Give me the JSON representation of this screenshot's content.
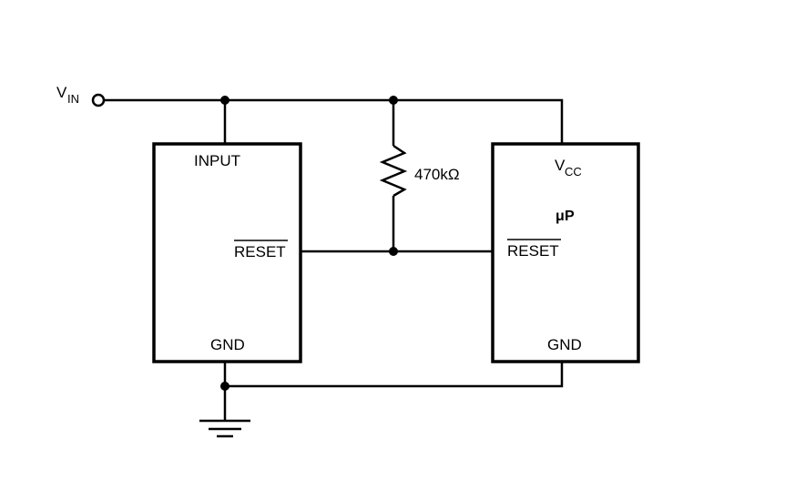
{
  "vin": {
    "main": "V",
    "sub": "IN"
  },
  "left_ic": {
    "input_label": "INPUT",
    "reset_label": "RESET",
    "gnd_label": "GND"
  },
  "resistor": {
    "value": "470kΩ"
  },
  "right_ic": {
    "vcc_main": "V",
    "vcc_sub": "CC",
    "name_mu": "μ",
    "name_p": "P",
    "reset_label": "RESET",
    "gnd_label": "GND"
  }
}
